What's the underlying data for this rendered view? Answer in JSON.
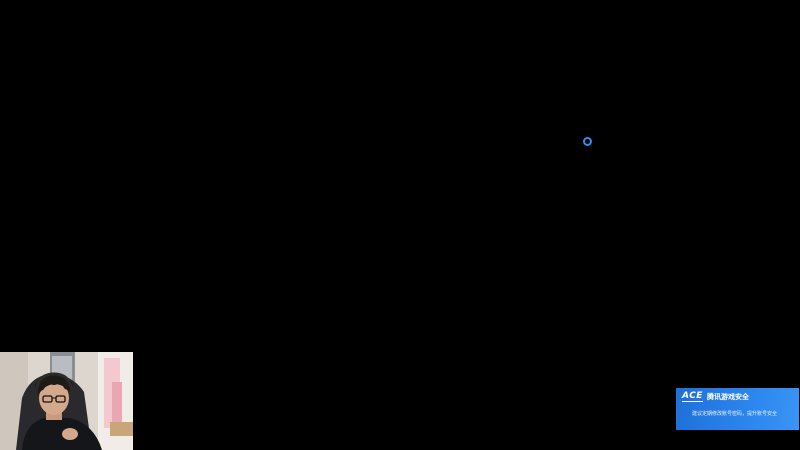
{
  "screen": {
    "background": "#000000",
    "loading_indicator": {
      "icon": "loading-ring-icon",
      "color": "#2f8ff0"
    }
  },
  "webcam_overlay": {
    "description_icon": "webcam-feed"
  },
  "notification": {
    "logo_text": "ACE",
    "title": "腾讯游戏安全",
    "message": "建议定期修改账号密码，提升账号安全",
    "background_color": "#2b86ee"
  }
}
